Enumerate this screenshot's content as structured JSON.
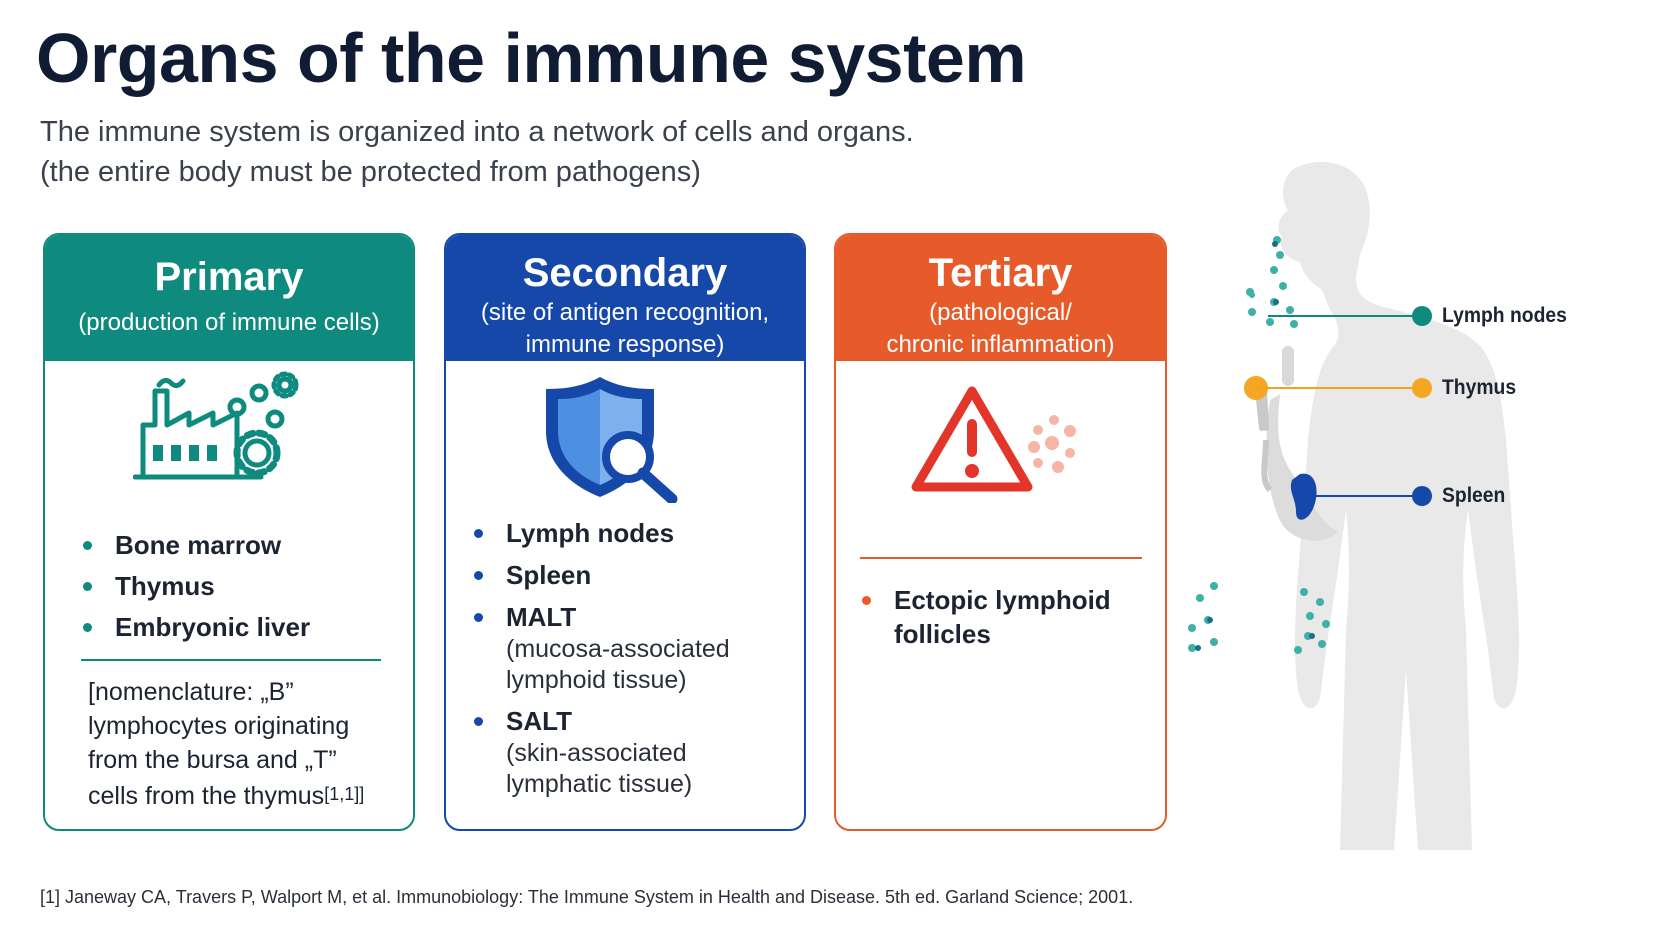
{
  "title": "Organs of the immune system",
  "subtitle": {
    "line1": "The immune system is organized into a network of cells and organs.",
    "line2": "(the entire body must be protected from pathogens)"
  },
  "cards": [
    {
      "heading": "Primary",
      "subheading": "(production of immune cells)",
      "icon": "factory-gears-icon",
      "color": "#0f8a7e",
      "items": [
        "Bone marrow",
        "Thymus",
        "Embryonic liver"
      ],
      "note_lines": [
        "[nomenclature: „B”",
        "lymphocytes originating",
        "from the bursa and „T”",
        "cells from the thymus"
      ],
      "note_ref": "[1,1]]"
    },
    {
      "heading": "Secondary",
      "subheading_line1": "(site of antigen recognition,",
      "subheading_line2": "immune response)",
      "icon": "shield-magnifier-icon",
      "color": "#1548a8",
      "items": [
        {
          "label": "Lymph nodes"
        },
        {
          "label": "Spleen"
        },
        {
          "label": "MALT",
          "sub_line1": "(mucosa-associated",
          "sub_line2": "lymphoid tissue)"
        },
        {
          "label": "SALT",
          "sub_line1": "(skin-associated",
          "sub_line2": "lymphatic tissue)"
        }
      ]
    },
    {
      "heading": "Tertiary",
      "subheading_line1": "(pathological/",
      "subheading_line2": "chronic inflammation)",
      "icon": "warning-triangle-icon",
      "color": "#e75a2a",
      "items": [
        {
          "line1": "Ectopic lymphoid",
          "line2": "follicles"
        }
      ]
    }
  ],
  "body_figure": {
    "icon": "human-body-silhouette",
    "labels": [
      {
        "text": "Lymph nodes",
        "color": "#0f8a7e"
      },
      {
        "text": "Thymus",
        "color": "#f0a51c"
      },
      {
        "text": "Spleen",
        "color": "#1548a8"
      }
    ]
  },
  "reference": "[1] Janeway CA, Travers P, Walport M, et al.  Immunobiology: The Immune System in Health and Disease. 5th ed.  Garland Science; 2001."
}
